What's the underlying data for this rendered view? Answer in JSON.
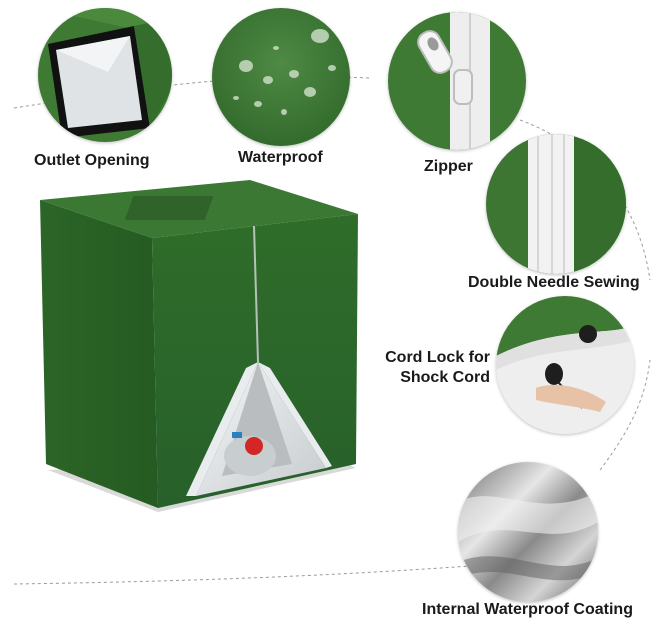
{
  "features": {
    "outlet_opening": "Outlet Opening",
    "waterproof": "Waterproof",
    "zipper": "Zipper",
    "double_needle_sewing": "Double Needle Sewing",
    "cord_lock_line1": "Cord Lock for",
    "cord_lock_line2": "Shock Cord",
    "internal_coating": "Internal Waterproof Coating"
  },
  "colors": {
    "cover_green": "#2f6b2a",
    "cover_green_dark": "#245521",
    "silver_lining": "#e3e6e8",
    "label_text": "#1a1a1a"
  },
  "icons": {
    "product": "ibc-tank-cover",
    "zipper_detail": "zipper-pull-icon",
    "cord_lock_detail": "cord-lock-icon"
  }
}
